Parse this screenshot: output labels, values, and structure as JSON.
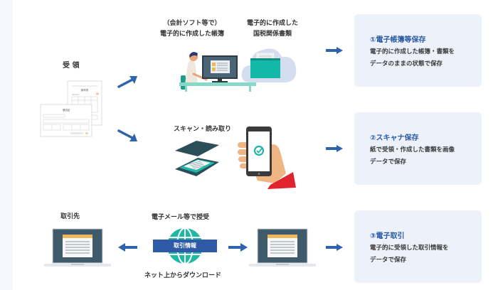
{
  "colors": {
    "accent": "#2a5aa5",
    "arrow": "#2f63ad",
    "card_bg": "#edf1fa",
    "teal": "#16b9a8",
    "monitor": "#3f5a6a"
  },
  "receive": {
    "label": "受 領",
    "documents": [
      "請求書",
      "領収証"
    ]
  },
  "row1": {
    "books_label_line1": "（会計ソフト等で）",
    "books_label_line2": "電子的に作成した帳簿",
    "tax_docs_label_line1": "電子的に作成した",
    "tax_docs_label_line2": "国税関係書類",
    "card": {
      "title": "①電子帳簿等保存",
      "desc_line1": "電子的に作成した帳簿・書類を",
      "desc_line2": "データのままの状態で保存"
    }
  },
  "row2": {
    "scan_label": "スキャン・読み取り",
    "card": {
      "title": "②スキャナ保存",
      "desc_line1": "紙で受領・作成した書類を画像",
      "desc_line2": "データで保存"
    }
  },
  "row3": {
    "partner_label": "取引先",
    "email_label": "電子メール等で授受",
    "info_banner": "取引情報",
    "download_label": "ネット上からダウンロード",
    "card": {
      "title": "③電子取引",
      "desc_line1": "電子的に受領した取引情報を",
      "desc_line2": "データで保存"
    }
  }
}
